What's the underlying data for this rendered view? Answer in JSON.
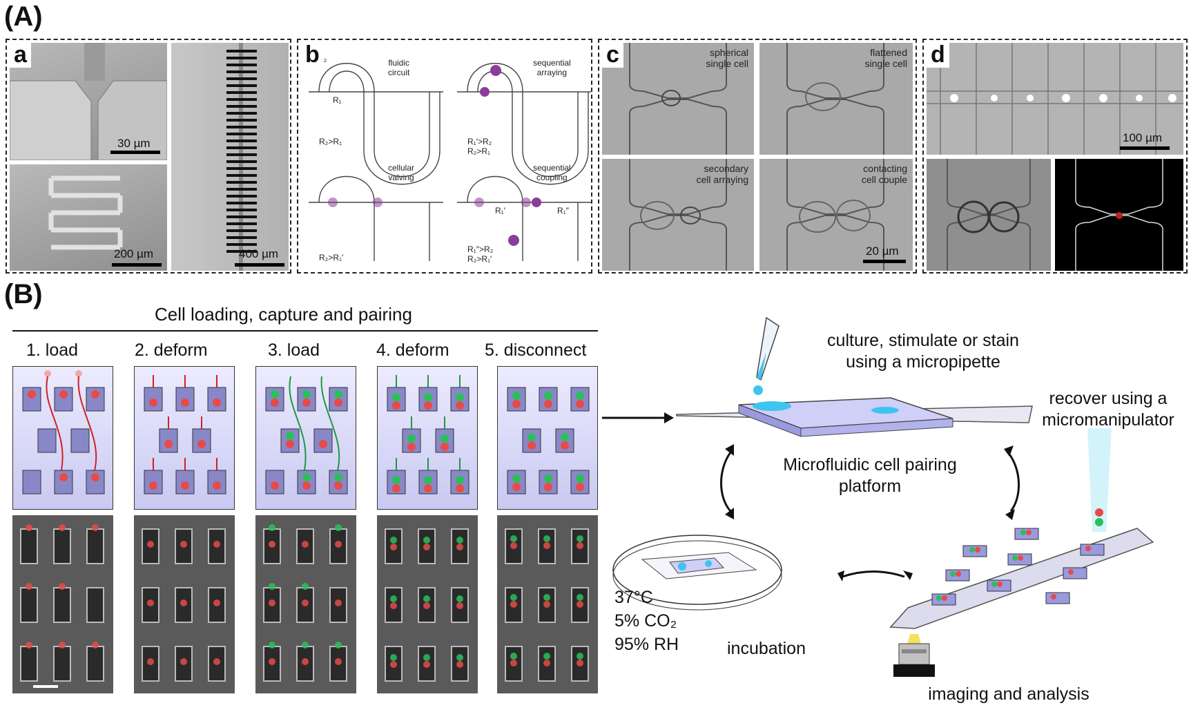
{
  "section_a": {
    "label": "(A)"
  },
  "section_b": {
    "label": "(B)"
  },
  "panel_a": {
    "label": "a",
    "scale_1": "30 µm",
    "scale_2": "200 µm",
    "scale_3": "400 µm"
  },
  "panel_b": {
    "label": "b",
    "circuits": [
      {
        "title": "fluidic\ncircuit",
        "relation": "R₂>R₁"
      },
      {
        "title": "sequential\narraying",
        "relation": "R₁′>R₂\nR₂>R₁"
      },
      {
        "title": "cellular\nvalving",
        "relation": "R₂>R₁′"
      },
      {
        "title": "sequential\ncoupling",
        "relation": "R₁″>R₂\nR₂>R₁′"
      }
    ],
    "node_labels": {
      "r1": "R₁",
      "r2": "R₂",
      "r1p": "R₁′",
      "r1pp": "R₁″"
    }
  },
  "panel_c": {
    "label": "c",
    "images": [
      "spherical\nsingle cell",
      "flattened\nsingle cell",
      "secondary\ncell arraying",
      "contacting\ncell couple"
    ],
    "scale": "20 µm"
  },
  "panel_d": {
    "label": "d",
    "scale": "100 µm"
  },
  "workflow": {
    "header": "Cell loading, capture and pairing",
    "steps": [
      "1. load",
      "2. deform",
      "3. load",
      "4. deform",
      "5. disconnect"
    ]
  },
  "platform": {
    "culture": "culture, stimulate or stain\nusing a micropipette",
    "recover": "recover using a\nmicromanipulator",
    "name": "Microfluidic cell pairing\nplatform",
    "incubation": "incubation",
    "conditions": [
      "37°C",
      "5% CO₂",
      "95% RH"
    ],
    "imaging": "imaging and analysis"
  },
  "colors": {
    "red_cell": "#e84a4a",
    "green_cell": "#2bbf5a",
    "blue_fluid": "#3fc3f0",
    "purple_cell": "#8a3d9a"
  }
}
